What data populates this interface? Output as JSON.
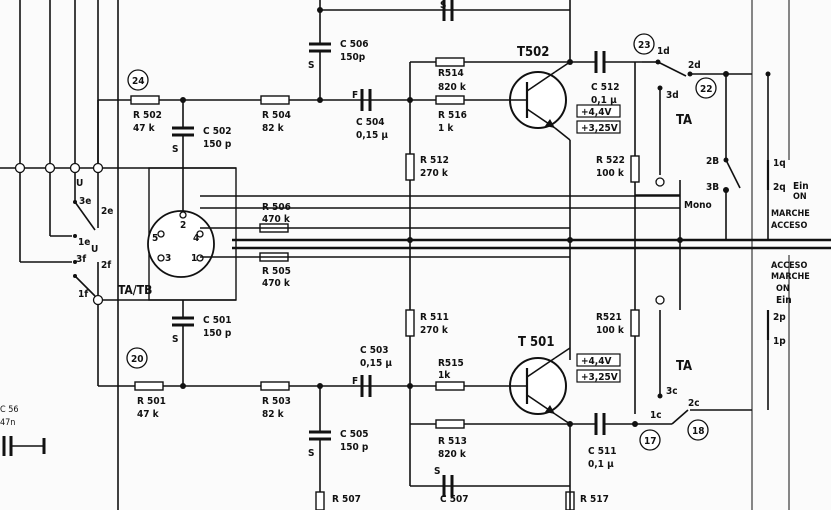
{
  "labels": {
    "c506": "C 506",
    "c506v": "150p",
    "r514": "R514",
    "r514v": "820 k",
    "r516": "R 516",
    "r516v": "1 k",
    "c504": "C 504",
    "c504v": "0,15 μ",
    "r502": "R 502",
    "r502v": "47 k",
    "r504": "R 504",
    "r504v": "82 k",
    "c502": "C 502",
    "c502v": "150 p",
    "r512": "R 512",
    "r512v": "270 k",
    "c512": "C 512",
    "c512v": "0,1 μ",
    "t502": "T502",
    "t502_v1": "+4,4V",
    "t502_v2": "+3,25V",
    "r522": "R 522",
    "r522v": "100 k",
    "r506": "R 506",
    "r506v": "470 k",
    "r505": "R 505",
    "r505v": "470 k",
    "ta_tb": "TA/TB",
    "c501": "C 501",
    "c501v": "150 p",
    "r511": "R 511",
    "r511v": "270 k",
    "r521": "R521",
    "r521v": "100 k",
    "c503": "C 503",
    "c503v": "0,15 μ",
    "r515": "R515",
    "r515v": "1k",
    "t501": "T 501",
    "t501_v1": "+4,4V",
    "t501_v2": "+3,25V",
    "r501": "R 501",
    "r501v": "47 k",
    "r503": "R 503",
    "r503v": "82 k",
    "r513": "R 513",
    "r513v": "820 k",
    "c505": "C 505",
    "c505v": "150 p",
    "c511": "C 511",
    "c511v": "0,1 μ",
    "r507": "R 507",
    "c507": "C 507",
    "r517": "R 517",
    "c56": "C 56",
    "c56v": "47n",
    "ta_top": "TA",
    "ta_bot": "TA",
    "mono": "Mono",
    "n24": "24",
    "n23": "23",
    "n22": "22",
    "n20": "20",
    "n17": "17",
    "n18": "18",
    "s_1d": "1d",
    "s_2d": "2d",
    "s_3d": "3d",
    "s_1c": "1c",
    "s_2c": "2c",
    "s_3c": "3c",
    "s_2b": "2B",
    "s_3b": "3B",
    "s_1q": "1q",
    "s_2q": "2q",
    "s_2p": "2p",
    "s_1p": "1p",
    "s_2e": "2e",
    "s_3e": "3e",
    "s_1e": "1e",
    "s_2f": "2f",
    "s_3f": "3f",
    "s_1f": "1f",
    "u1": "U",
    "u2": "U",
    "din5": "5",
    "din4": "4",
    "din2": "2",
    "din3": "3",
    "din1": "1",
    "s": "S",
    "f": "F",
    "ein_top": [
      "Ein",
      "ON",
      "MARCHE",
      "ACCESO"
    ],
    "ein_bot": [
      "ACCESO",
      "MARCHE",
      "ON",
      "Ein"
    ]
  }
}
